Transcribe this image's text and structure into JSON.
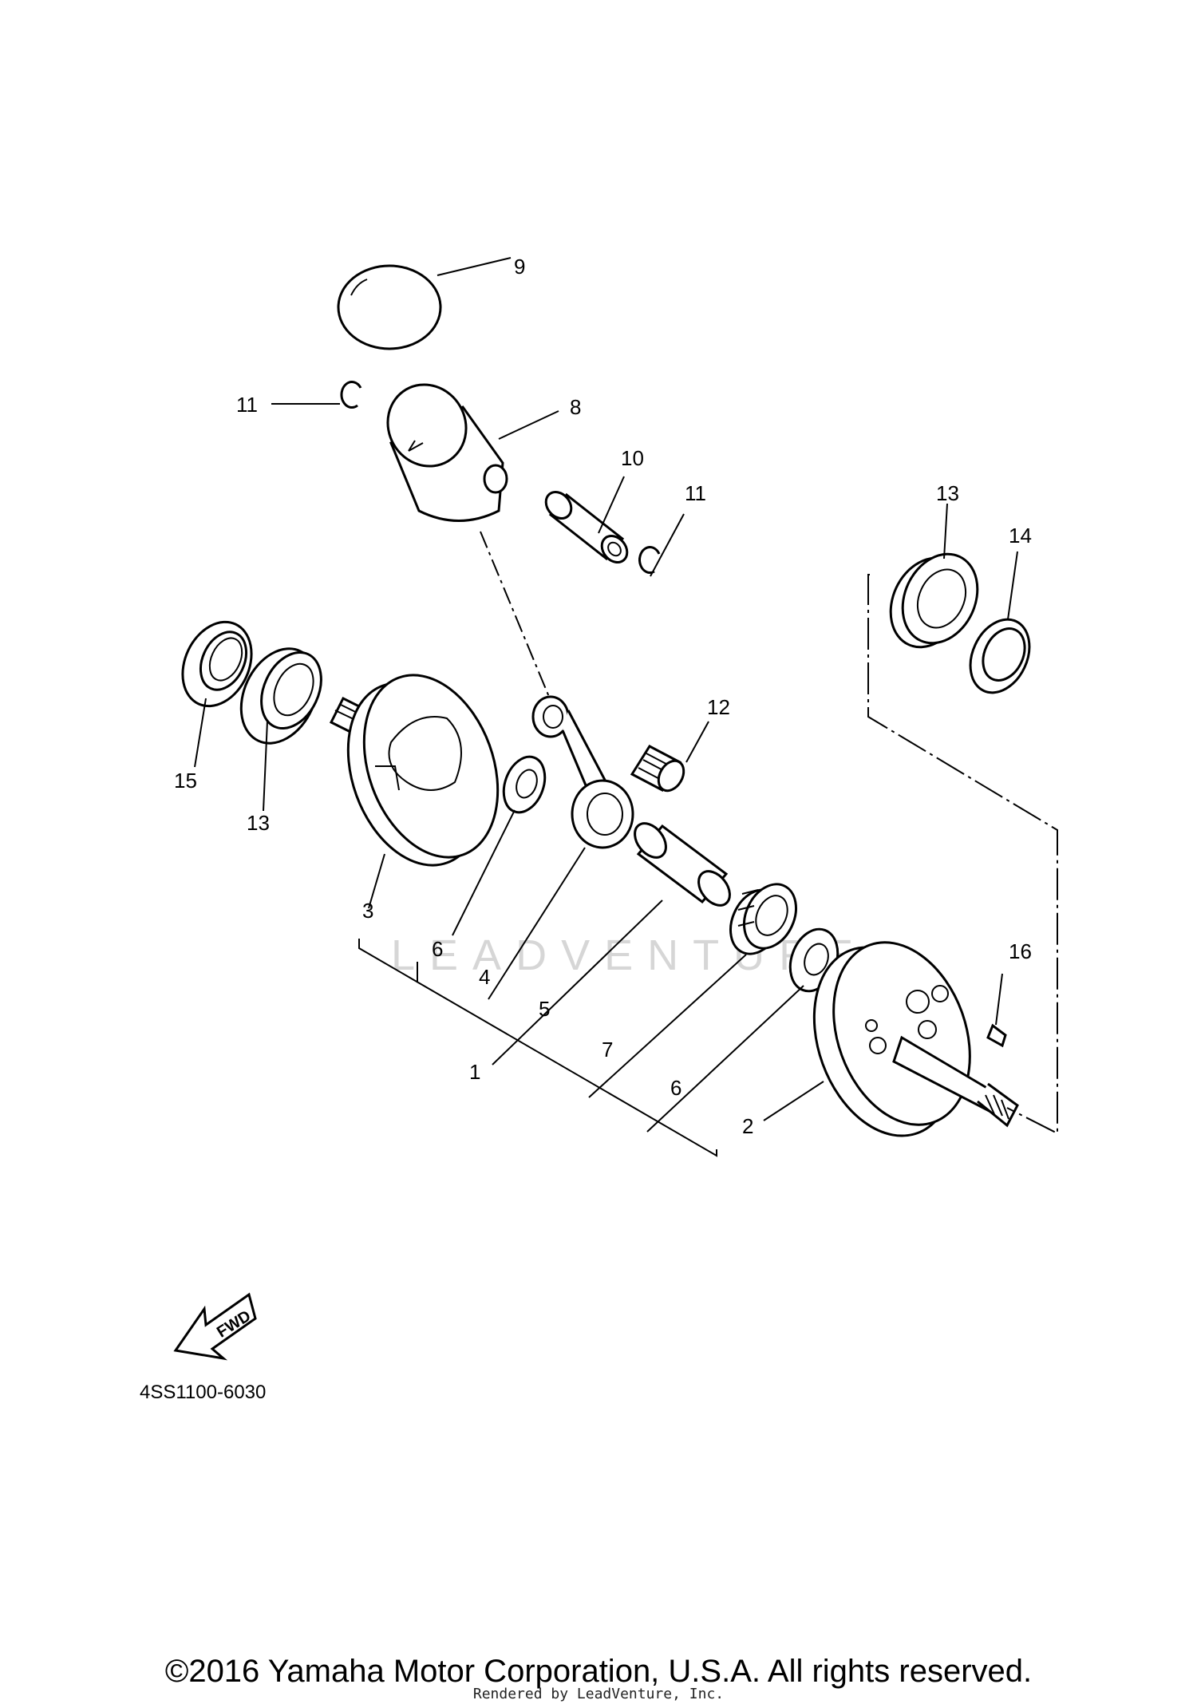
{
  "diagram": {
    "callouts": {
      "c1": "1",
      "c2": "2",
      "c3": "3",
      "c4": "4",
      "c5": "5",
      "c6a": "6",
      "c6b": "6",
      "c7": "7",
      "c8": "8",
      "c9": "9",
      "c10": "10",
      "c11a": "11",
      "c11b": "11",
      "c12": "12",
      "c13a": "13",
      "c13b": "13",
      "c14": "14",
      "c15": "15",
      "c16": "16"
    },
    "drawing_number": "4SS1100-6030",
    "fwd_label": "FWD",
    "watermark": "LEADVENTURE"
  },
  "footer": {
    "copyright": "©2016 Yamaha Motor Corporation, U.S.A. All rights reserved.",
    "rendered_by": "Rendered by LeadVenture, Inc."
  }
}
